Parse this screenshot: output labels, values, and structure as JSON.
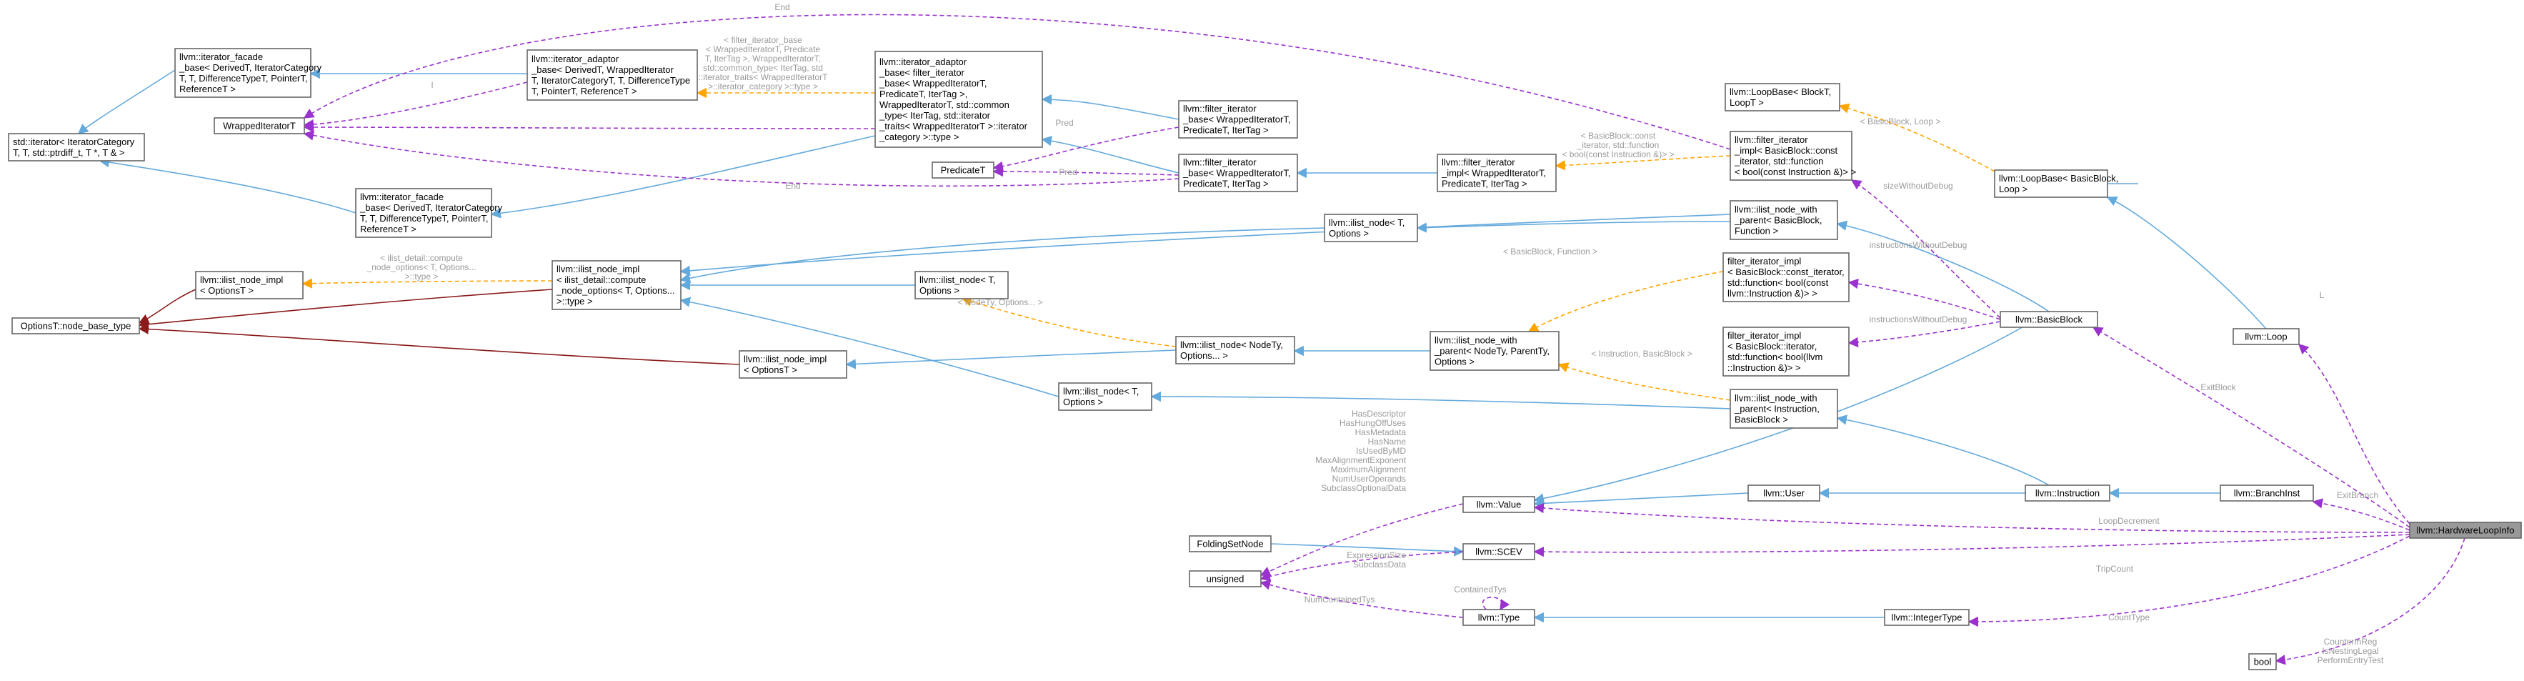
{
  "colors": {
    "inherit": "#63a9dc",
    "use": "#9a32cd",
    "template": "#ffa500",
    "private": "#8b1a1a",
    "highlight": "#999999",
    "label": "#9a9a9a"
  },
  "nodes": [
    {
      "id": "iter_cat",
      "lines": [
        "std::iterator< IteratorCategory",
        "T, T, std::ptrdiff_t, T *, T & >"
      ]
    },
    {
      "id": "wrapped_t",
      "lines": [
        "WrappedIteratorT"
      ]
    },
    {
      "id": "facade1",
      "lines": [
        "llvm::iterator_facade",
        "_base< DerivedT, IteratorCategory",
        "T, T, DifferenceTypeT, PointerT,",
        "ReferenceT >"
      ]
    },
    {
      "id": "adaptor1",
      "lines": [
        "llvm::iterator_adaptor",
        "_base< DerivedT, WrappedIterator",
        "T, IteratorCategoryT, T, DifferenceType",
        "T, PointerT, ReferenceT >"
      ]
    },
    {
      "id": "adaptor2",
      "lines": [
        "llvm::iterator_adaptor",
        "_base< filter_iterator",
        "_base< WrappedIteratorT,",
        "PredicateT, IterTag >,",
        "WrappedIteratorT, std::common",
        "_type< IterTag, std::iterator",
        "_traits< WrappedIteratorT >::iterator",
        "_category >::type >"
      ]
    },
    {
      "id": "predicate",
      "lines": [
        "PredicateT"
      ]
    },
    {
      "id": "facade2",
      "lines": [
        "llvm::iterator_facade",
        "_base< DerivedT, IteratorCategory",
        "T, T, DifferenceTypeT, PointerT,",
        "ReferenceT >"
      ]
    },
    {
      "id": "fb1",
      "lines": [
        "llvm::filter_iterator",
        "_base< WrappedIteratorT,",
        "PredicateT, IterTag >"
      ]
    },
    {
      "id": "fb2",
      "lines": [
        "llvm::filter_iterator",
        "_base< WrappedIteratorT,",
        "PredicateT, IterTag >"
      ]
    },
    {
      "id": "fi_impl1",
      "lines": [
        "llvm::filter_iterator",
        "_impl< WrappedIteratorT,",
        "PredicateT, IterTag >"
      ]
    },
    {
      "id": "fi_impl2",
      "lines": [
        "llvm::filter_iterator",
        "_impl< BasicBlock::const",
        "_iterator, std::function",
        "< bool(const Instruction &)> >"
      ]
    },
    {
      "id": "loopbase_t",
      "lines": [
        "llvm::LoopBase< BlockT,",
        "LoopT >"
      ]
    },
    {
      "id": "loopbase_bb",
      "lines": [
        "llvm::LoopBase< BasicBlock,",
        "Loop >"
      ]
    },
    {
      "id": "options_base",
      "lines": [
        "OptionsT::node_base_type"
      ]
    },
    {
      "id": "ilist_impl1",
      "lines": [
        "llvm::ilist_node_impl",
        "< OptionsT >"
      ]
    },
    {
      "id": "ilist_impl_c",
      "lines": [
        "llvm::ilist_node_impl",
        "< ilist_detail::compute",
        "_node_options< T, Options...",
        ">::type >"
      ]
    },
    {
      "id": "ilist_node_to1",
      "lines": [
        "llvm::ilist_node< T,",
        "Options >"
      ]
    },
    {
      "id": "ilist_node_top",
      "lines": [
        "llvm::ilist_node< T,",
        "Options >"
      ]
    },
    {
      "id": "ilist_impl2",
      "lines": [
        "llvm::ilist_node_impl",
        "< OptionsT >"
      ]
    },
    {
      "id": "ilist_node_nt",
      "lines": [
        "llvm::ilist_node< NodeTy,",
        "Options... >"
      ]
    },
    {
      "id": "ilist_node_to2",
      "lines": [
        "llvm::ilist_node< T,",
        "Options >"
      ]
    },
    {
      "id": "with_parent_bf",
      "lines": [
        "llvm::ilist_node_with",
        "_parent< BasicBlock,",
        "Function >"
      ]
    },
    {
      "id": "with_parent_np",
      "lines": [
        "llvm::ilist_node_with",
        "_parent< NodeTy, ParentTy,",
        "Options >"
      ]
    },
    {
      "id": "with_parent_ib",
      "lines": [
        "llvm::ilist_node_with",
        "_parent< Instruction,",
        "BasicBlock >"
      ]
    },
    {
      "id": "fi_impl3",
      "lines": [
        "filter_iterator_impl",
        "< BasicBlock::const_iterator,",
        "std::function< bool(const",
        "llvm::Instruction &)> >"
      ]
    },
    {
      "id": "fi_impl4",
      "lines": [
        "filter_iterator_impl",
        "< BasicBlock::iterator,",
        "std::function< bool(llvm",
        "::Instruction &)> >"
      ]
    },
    {
      "id": "basicblock",
      "lines": [
        "llvm::BasicBlock"
      ]
    },
    {
      "id": "loop",
      "lines": [
        "llvm::Loop"
      ]
    },
    {
      "id": "foldingset",
      "lines": [
        "FoldingSetNode"
      ]
    },
    {
      "id": "unsigned",
      "lines": [
        "unsigned"
      ]
    },
    {
      "id": "value",
      "lines": [
        "llvm::Value"
      ]
    },
    {
      "id": "scev",
      "lines": [
        "llvm::SCEV"
      ]
    },
    {
      "id": "type",
      "lines": [
        "llvm::Type"
      ]
    },
    {
      "id": "user",
      "lines": [
        "llvm::User"
      ]
    },
    {
      "id": "instruction",
      "lines": [
        "llvm::Instruction"
      ]
    },
    {
      "id": "integertype",
      "lines": [
        "llvm::IntegerType"
      ]
    },
    {
      "id": "branchinst",
      "lines": [
        "llvm::BranchInst"
      ]
    },
    {
      "id": "hwloop",
      "lines": [
        "llvm::HardwareLoopInfo"
      ]
    },
    {
      "id": "bool",
      "lines": [
        "bool"
      ]
    }
  ],
  "edge_labels": [
    {
      "id": "lbl_end_top",
      "lines": [
        "End"
      ]
    },
    {
      "id": "lbl_i_adaptor",
      "lines": [
        "I"
      ]
    },
    {
      "id": "lbl_adaptor_tpl",
      "lines": [
        "< filter_iterator_base",
        "< WrappedIteratorT, Predicate",
        "T, IterTag >, WrappedIteratorT,",
        "std::common_type< IterTag, std",
        "::iterator_traits< WrappedIteratorT",
        ">::iterator_category >::type >"
      ]
    },
    {
      "id": "lbl_pred1",
      "lines": [
        "Pred"
      ]
    },
    {
      "id": "lbl_pred2",
      "lines": [
        "Pred"
      ]
    },
    {
      "id": "lbl_end_mid",
      "lines": [
        "End"
      ]
    },
    {
      "id": "lbl_fi_impl",
      "lines": [
        "< BasicBlock::const",
        "_iterator, std::function",
        "< bool(const Instruction &)> >"
      ]
    },
    {
      "id": "lbl_loopbase",
      "lines": [
        "< BasicBlock, Loop >"
      ]
    },
    {
      "id": "lbl_sizewithout",
      "lines": [
        "sizeWithoutDebug"
      ]
    },
    {
      "id": "lbl_ilist_detail",
      "lines": [
        "< ilist_detail::compute",
        "_node_options< T, Options...",
        ">::type >"
      ]
    },
    {
      "id": "lbl_bb_func",
      "lines": [
        "< BasicBlock, Function >"
      ]
    },
    {
      "id": "lbl_instr_wo1",
      "lines": [
        "instructionsWithoutDebug"
      ]
    },
    {
      "id": "lbl_instr_wo2",
      "lines": [
        "instructionsWithoutDebug"
      ]
    },
    {
      "id": "lbl_nodety",
      "lines": [
        "< NodeTy, Options... >"
      ]
    },
    {
      "id": "lbl_instr_bb",
      "lines": [
        "< Instruction, BasicBlock >"
      ]
    },
    {
      "id": "lbl_l",
      "lines": [
        "L"
      ]
    },
    {
      "id": "lbl_exitblock",
      "lines": [
        "ExitBlock"
      ]
    },
    {
      "id": "lbl_value_members",
      "lines": [
        "HasDescriptor",
        "HasHungOffUses",
        "HasMetadata",
        "HasName",
        "IsUsedByMD",
        "MaxAlignmentExponent",
        "MaximumAlignment",
        "NumUserOperands",
        "SubclassOptionalData"
      ]
    },
    {
      "id": "lbl_exitbranch",
      "lines": [
        "ExitBranch"
      ]
    },
    {
      "id": "lbl_loopdecrement",
      "lines": [
        "LoopDecrement"
      ]
    },
    {
      "id": "lbl_scev_members",
      "lines": [
        "ExpressionSize",
        "SubclassData"
      ]
    },
    {
      "id": "lbl_tripcount",
      "lines": [
        "TripCount"
      ]
    },
    {
      "id": "lbl_containedtys",
      "lines": [
        "ContainedTys"
      ]
    },
    {
      "id": "lbl_numcontained",
      "lines": [
        "NumContainedTys"
      ]
    },
    {
      "id": "lbl_counttype",
      "lines": [
        "CountType"
      ]
    },
    {
      "id": "lbl_bool_members",
      "lines": [
        "CounterInReg",
        "IsNestingLegal",
        "PerformEntryTest"
      ]
    }
  ]
}
